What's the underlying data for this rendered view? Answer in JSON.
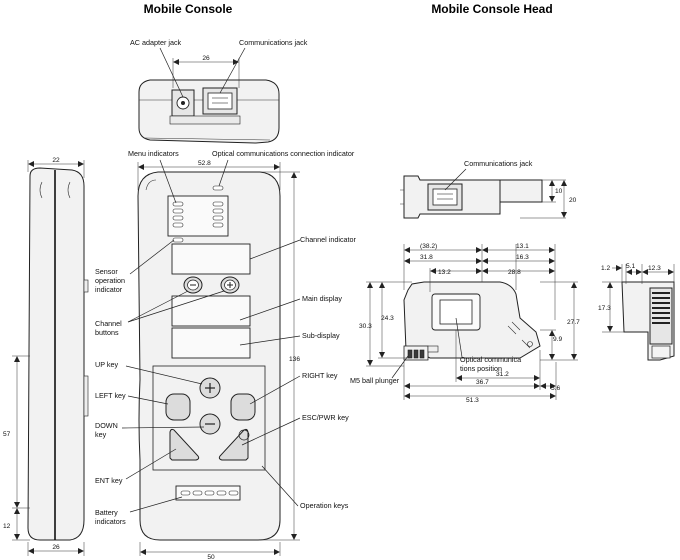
{
  "titles": {
    "left": "Mobile Console",
    "right": "Mobile Console Head"
  },
  "labels": {
    "ac_adapter_jack": "AC adapter jack",
    "communications_jack_top": "Communications jack",
    "menu_indicators": "Menu indicators",
    "optical_indicator": "Optical communications connection indicator",
    "channel_indicator": "Channel indicator",
    "sensor_op_1": "Sensor",
    "sensor_op_2": "operation",
    "sensor_op_3": "indicator",
    "channel_buttons_1": "Channel",
    "channel_buttons_2": "buttons",
    "main_display": "Main display",
    "sub_display": "Sub-display",
    "up_key": "UP key",
    "right_key": "RIGHT key",
    "left_key": "LEFT key",
    "down_key_1": "DOWN",
    "down_key_2": "key",
    "esc_pwr_key": "ESC/PWR key",
    "ent_key": "ENT key",
    "battery_1": "Battery",
    "battery_2": "indicators",
    "operation_keys": "Operation keys",
    "communications_jack_head": "Communications jack",
    "m5_ball_plunger": "M5 ball plunger",
    "optical_pos_1": "Optical communica",
    "optical_pos_2": "tions position"
  },
  "dimensions": {
    "d26_top": "26",
    "d22": "22",
    "d52_8": "52.8",
    "d136": "136",
    "d57": "57",
    "d12_left": "12",
    "d26_bottom": "26",
    "d50": "50",
    "d10": "10",
    "d20": "20",
    "d38_2": "(38.2)",
    "d13_1": "13.1",
    "d31_8": "31.8",
    "d16_3": "16.3",
    "d13_2": "13.2",
    "d28_8": "28.8",
    "d24_3": "24.3",
    "d30_3": "30.3",
    "d27_7": "27.7",
    "d9_9": "9.9",
    "d31_2": "31.2",
    "d36_7": "36.7",
    "d5_6": "5.6",
    "d51_3": "51.3",
    "d1_2": "1.2",
    "d5_1": "5.1",
    "d12_3": "12.3",
    "d17_3": "17.3"
  },
  "icons": {
    "plus": "plus-icon",
    "minus": "minus-icon"
  },
  "colors": {
    "line": "#222222",
    "body_fill": "#f2f2f2",
    "key_fill": "#dcdcdc"
  }
}
